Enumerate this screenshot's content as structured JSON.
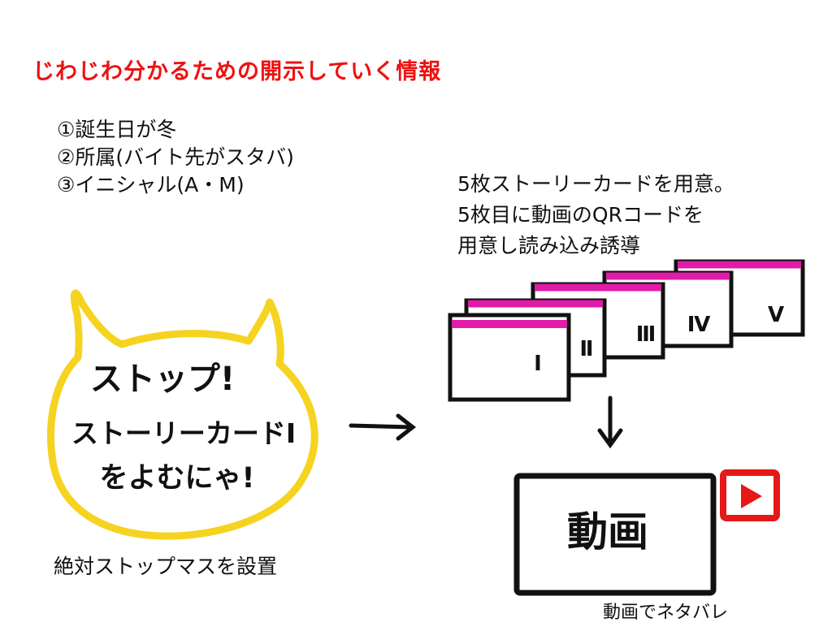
{
  "title": "じわじわ分かるための開示していく情報",
  "info_items": [
    "①誕生日が冬",
    "②所属(バイト先がスタバ)",
    "③イニシャル(A・M)"
  ],
  "description_lines": [
    "5枚ストーリーカードを用意。",
    "5枚目に動画のQRコードを",
    "用意し読み込み誘導"
  ],
  "bubble_lines": [
    "ストップ!",
    "ストーリーカードⅠ",
    "をよむにゃ!"
  ],
  "stop_caption": "絶対ストップマスを設置",
  "cards": [
    "Ⅰ",
    "Ⅱ",
    "Ⅲ",
    "Ⅳ",
    "Ⅴ"
  ],
  "video_label": "動画",
  "video_caption": "動画でネタバレ",
  "colors": {
    "title": "#ee1111",
    "bubble": "#f5d320",
    "card_band": "#e01ca8",
    "play": "#e61818"
  },
  "icons": [
    "cat-bubble-shape",
    "right-arrow-icon",
    "down-arrow-icon",
    "play-icon"
  ]
}
